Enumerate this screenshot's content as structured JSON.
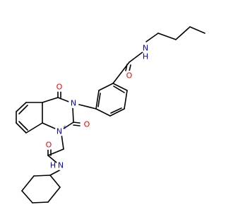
{
  "colors": {
    "bond": "#000000",
    "oxygen": "#ff0000",
    "nitrogen": "#0000ff",
    "background": "#ffffff"
  },
  "atoms": {
    "o_butyl_amide": "O",
    "n_butyl_amide": "N",
    "h_butyl_amide": "H",
    "o_c4": "O",
    "n3": "N",
    "o_c2": "O",
    "n1": "N",
    "n1_charge": "+",
    "o_glycine_amide": "O",
    "n_cyclohexyl_amide": "N",
    "h_cyclohexyl_amide": "H"
  }
}
